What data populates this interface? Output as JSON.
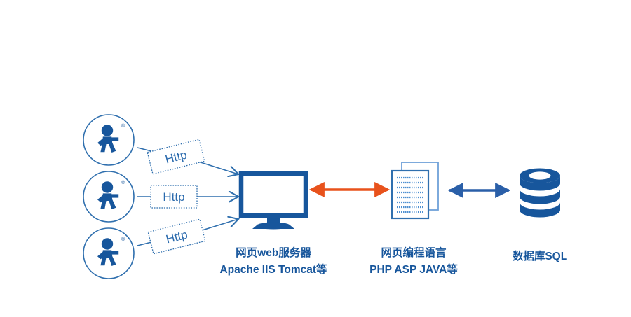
{
  "diagram": {
    "title": "Web request flow diagram",
    "background_color": "#ffffff",
    "colors": {
      "brand_blue": "#17569c",
      "line_blue": "#2f6fae",
      "light_blue": "#4d8fd0",
      "accent_orange": "#e8521c",
      "doc_outline_back": "#6fa0d8",
      "text_blue": "#17569c"
    },
    "clients": [
      {
        "id": "client-1",
        "icon": "user-circle-icon",
        "badge": "®"
      },
      {
        "id": "client-2",
        "icon": "user-circle-icon",
        "badge": "®"
      },
      {
        "id": "client-3",
        "icon": "user-circle-icon",
        "badge": "®"
      }
    ],
    "protocol_labels": [
      {
        "id": "http-label-top",
        "text": "Http",
        "rotation": -14
      },
      {
        "id": "http-label-middle",
        "text": "Http",
        "rotation": 0
      },
      {
        "id": "http-label-bottom",
        "text": "Http",
        "rotation": -14
      }
    ],
    "nodes": [
      {
        "id": "web-server",
        "icon": "monitor-icon",
        "label_line1": "网页web服务器",
        "label_line2": "Apache IIS Tomcat等"
      },
      {
        "id": "programming-language",
        "icon": "documents-icon",
        "label_line1": "网页编程语言",
        "label_line2": "PHP ASP JAVA等"
      },
      {
        "id": "database",
        "icon": "database-cylinder-icon",
        "label_line1": "数据库SQL",
        "label_line2": ""
      }
    ],
    "connectors": [
      {
        "id": "client-1-to-server",
        "style": "open-arrow",
        "color": "#2f6fae",
        "direction": "right"
      },
      {
        "id": "client-2-to-server",
        "style": "open-arrow",
        "color": "#2f6fae",
        "direction": "right"
      },
      {
        "id": "client-3-to-server",
        "style": "open-arrow",
        "color": "#2f6fae",
        "direction": "right"
      },
      {
        "id": "server-to-language",
        "style": "double-arrow",
        "color": "#e8521c",
        "direction": "both"
      },
      {
        "id": "language-to-database",
        "style": "double-arrow",
        "color": "#2a5fa8",
        "direction": "both"
      }
    ]
  }
}
